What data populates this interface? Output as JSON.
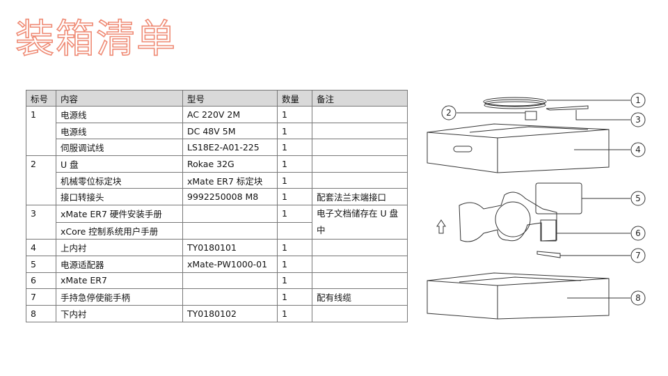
{
  "title": "装箱清单",
  "table": {
    "headers": [
      "标号",
      "内容",
      "型号",
      "数量",
      "备注"
    ],
    "rows": [
      {
        "no": "1",
        "content": "电源线",
        "model": "AC 220V 2M",
        "qty": "1",
        "note": ""
      },
      {
        "content": "电源线",
        "model": "DC 48V 5M",
        "qty": "1",
        "note": ""
      },
      {
        "content": "伺服调试线",
        "model": "LS18E2-A01-225",
        "qty": "1",
        "note": ""
      },
      {
        "no": "2",
        "content": "U 盘",
        "model": "Rokae 32G",
        "qty": "1",
        "note": ""
      },
      {
        "content": "机械零位标定块",
        "model": "xMate ER7 标定块",
        "qty": "1",
        "note": ""
      },
      {
        "content": "接口转接头",
        "model": "9992250008 M8",
        "qty": "1",
        "note": "配套法兰末端接口"
      },
      {
        "no": "3",
        "content": "xMate ER7 硬件安装手册",
        "model": "",
        "qty": "1",
        "note": "电子文档储存在 U 盘中"
      },
      {
        "content": "xCore 控制系统用户手册",
        "model": "",
        "qty": ""
      },
      {
        "no": "4",
        "content": "上内衬",
        "model": "TY0180101",
        "qty": "1",
        "note": ""
      },
      {
        "no": "5",
        "content": "电源适配器",
        "model": "xMate-PW1000-01",
        "qty": "1",
        "note": ""
      },
      {
        "no": "6",
        "content": "xMate ER7",
        "model": "",
        "qty": "1",
        "note": ""
      },
      {
        "no": "7",
        "content": "手持急停使能手柄",
        "model": "",
        "qty": "1",
        "note": "配有线缆"
      },
      {
        "no": "8",
        "content": "下内衬",
        "model": "TY0180102",
        "qty": "1",
        "note": ""
      }
    ]
  },
  "diagram": {
    "callouts": [
      "1",
      "2",
      "3",
      "4",
      "5",
      "6",
      "7",
      "8"
    ]
  }
}
